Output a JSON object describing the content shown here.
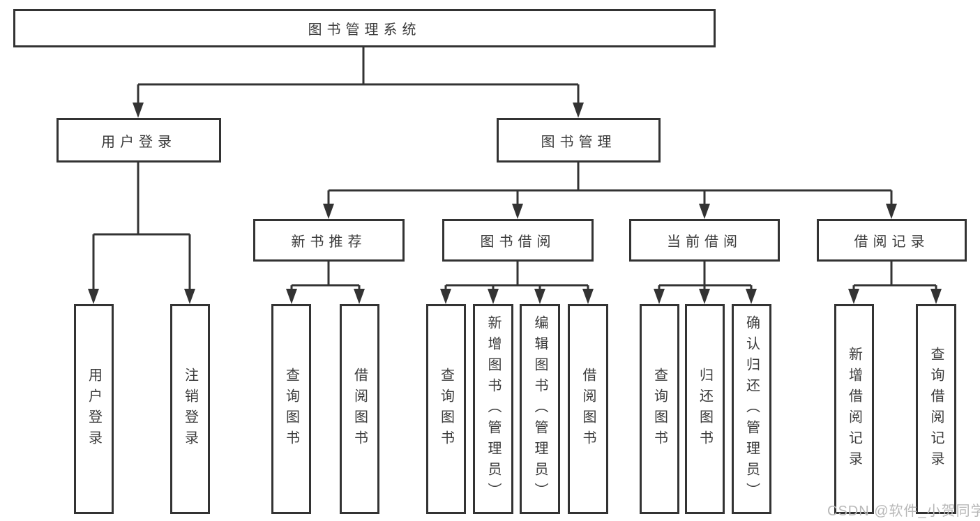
{
  "diagram": {
    "root": {
      "label": "图书管理系统"
    },
    "branches": [
      {
        "label": "用户登录",
        "children": [
          {
            "label": "用户登录"
          },
          {
            "label": "注销登录"
          }
        ]
      },
      {
        "label": "图书管理",
        "children": [
          {
            "label": "新书推荐",
            "children": [
              {
                "label": "查询图书"
              },
              {
                "label": "借阅图书"
              }
            ]
          },
          {
            "label": "图书借阅",
            "children": [
              {
                "label": "查询图书"
              },
              {
                "label": "新增图书（管理员）"
              },
              {
                "label": "编辑图书（管理员）"
              },
              {
                "label": "借阅图书"
              }
            ]
          },
          {
            "label": "当前借阅",
            "children": [
              {
                "label": "查询图书"
              },
              {
                "label": "归还图书"
              },
              {
                "label": "确认归还（管理员）"
              }
            ]
          },
          {
            "label": "借阅记录",
            "children": [
              {
                "label": "新增借阅记录"
              },
              {
                "label": "查询借阅记录"
              }
            ]
          }
        ]
      }
    ]
  },
  "watermark": {
    "text": "CSDN @软件_小贺同学"
  },
  "colors": {
    "line": "#333333",
    "text": "#3c3c3c",
    "watermark": "#b8b8b8",
    "background": "#ffffff"
  }
}
